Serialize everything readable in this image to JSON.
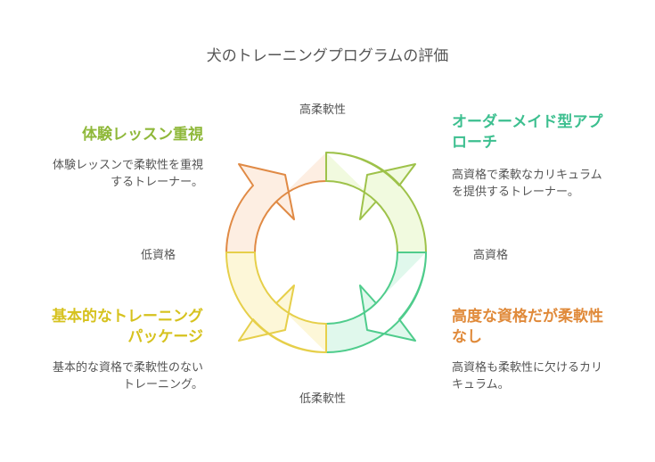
{
  "title": "犬のトレーニングプログラムの評価",
  "axes": {
    "top": "高柔軟性",
    "bottom": "低柔軟性",
    "left": "低資格",
    "right": "高資格"
  },
  "quadrants": {
    "top_left": {
      "heading": "体験レッスン重視",
      "desc_lines": [
        "体験レッスンで柔軟性を重視",
        "するトレーナー。"
      ],
      "color": "#8fb83a",
      "fill": "#fdeee2",
      "stroke": "#e08a45"
    },
    "top_right": {
      "heading_lines": [
        "オーダーメイド型アプ",
        "ローチ"
      ],
      "desc_lines": [
        "高資格で柔軟なカリキュラム",
        "を提供するトレーナー。"
      ],
      "color": "#3cbf8f",
      "fill": "#f1fadf",
      "stroke": "#9ec24a"
    },
    "bottom_left": {
      "heading_lines": [
        "基本的なトレーニング",
        "パッケージ"
      ],
      "desc_lines": [
        "基本的な資格で柔軟性のない",
        "トレーニング。"
      ],
      "color": "#d6c21e",
      "fill": "#fdf7d8",
      "stroke": "#e6cf4a"
    },
    "bottom_right": {
      "heading_lines": [
        "高度な資格だが柔軟性",
        "なし"
      ],
      "desc_lines": [
        "高資格も柔軟性に欠けるカリ",
        "キュラム。"
      ],
      "color": "#e08a3a",
      "fill": "#e0f8ec",
      "stroke": "#4fcc8c"
    }
  }
}
